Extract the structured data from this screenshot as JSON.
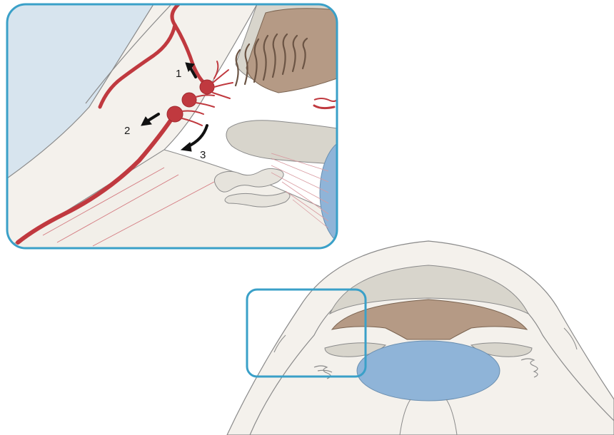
{
  "labels": [
    {
      "id": "1",
      "text": "1"
    },
    {
      "id": "2",
      "text": "2"
    },
    {
      "id": "3",
      "text": "3"
    }
  ],
  "colors": {
    "highlight_frame": "#3aa0c8",
    "vessel": "#c0393f",
    "vessel_dark": "#a02a30",
    "tissue_fill": "#f4f1ec",
    "tissue_line": "#8a8a8a",
    "lens_blue": "#8fb4d8",
    "chamber_gray": "#d8d5cc",
    "iris_brown": "#b59a85",
    "background_blue": "#d7e4ee",
    "arrow": "#111111"
  },
  "icons": {
    "outflow_arrow": "arrow-icon"
  }
}
